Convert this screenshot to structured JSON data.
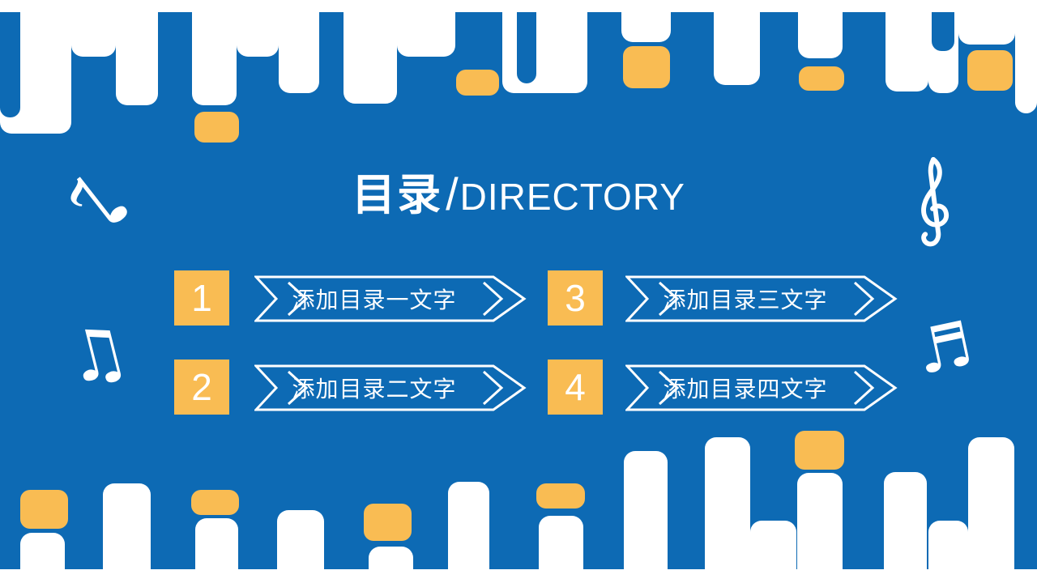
{
  "slide": {
    "title": {
      "cn": "目录",
      "sep": "/",
      "en": "DIRECTORY"
    },
    "items": [
      {
        "number": "1",
        "label": "添加目录一文字"
      },
      {
        "number": "2",
        "label": "添加目录二文字"
      },
      {
        "number": "3",
        "label": "添加目录三文字"
      },
      {
        "number": "4",
        "label": "添加目录四文字"
      }
    ],
    "icons": [
      "eighth-note-icon",
      "beamed-notes-icon",
      "treble-clef-icon",
      "beamed-sixteenth-notes-icon"
    ],
    "glyphs": {
      "eighth_note": "♪",
      "beamed_notes": "♫",
      "beamed_sixteenths": "♬"
    },
    "colors": {
      "background": "#0d6ab4",
      "accent": "#f9bc53",
      "foreground": "#ffffff"
    }
  }
}
